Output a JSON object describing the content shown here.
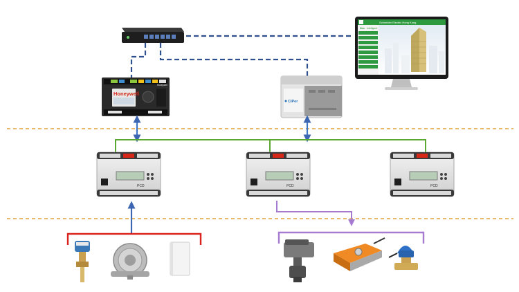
{
  "devices": {
    "controller_left_brand": "Honeywell",
    "controller_left_model_tag": "Honeywell",
    "controller_right_brand": "CIPer",
    "pcd_label": "PCD"
  },
  "screen": {
    "header_title": "Schneider Electric Hong Kong",
    "logo_line1": "Neo",
    "logo_line2": "Intelligent",
    "menu_items": [
      "",
      "",
      "",
      "",
      "",
      "",
      "",
      ""
    ]
  },
  "colors": {
    "ethernet": "#2f4f8f",
    "field_bus": "#5aa832",
    "zone_divider": "#e0a13a",
    "sensor_bracket": "#d9231f",
    "actuator_bracket": "#a67ad1",
    "up_arrow": "#3c66b2",
    "bus_arrow": "#3d74c6",
    "screen_accent": "#2e9a3f"
  },
  "icons": {
    "switch": "network-switch-icon",
    "monitor": "monitor-icon",
    "building": "building-icon"
  }
}
